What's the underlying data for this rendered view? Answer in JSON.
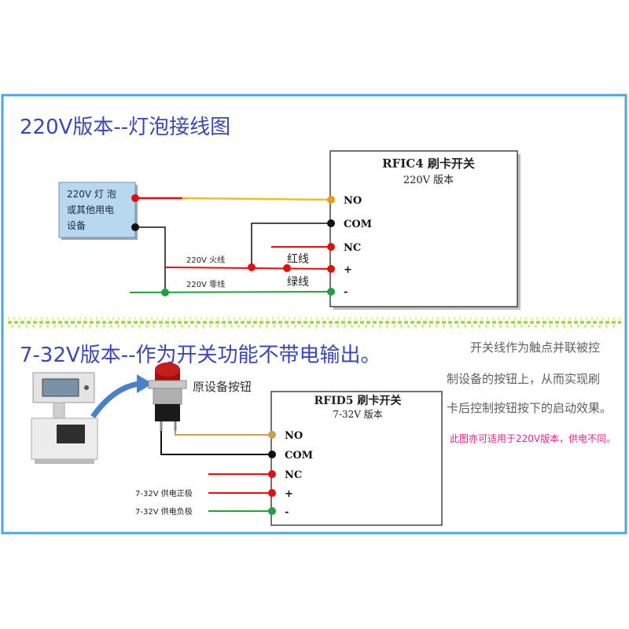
{
  "top": {
    "title": "220V版本--灯泡接线图",
    "device_lines": [
      "220V 灯 泡",
      "或其他用电",
      "设备"
    ],
    "module": {
      "name": "RFIC4 刷卡开关",
      "version": "220V 版本"
    },
    "terminals": [
      "NO",
      "COM",
      "NC",
      "+",
      "-"
    ],
    "wire_labels": {
      "live": "220V 火线",
      "live_color": "红线",
      "neutral": "220V 零线",
      "neutral_color": "绿线"
    }
  },
  "bottom": {
    "title": "7-32V版本--作为开关功能不带电输出。",
    "button_label": "原设备按钮",
    "module": {
      "name": "RFID5 刷卡开关",
      "version": "7-32V 版本"
    },
    "terminals": [
      "NO",
      "COM",
      "NC",
      "+",
      "-"
    ],
    "supply_labels": {
      "positive": "7-32V 供电正极",
      "negative": "7-32V 供电负极"
    },
    "note_lines": [
      "开关线作为触点并联被控",
      "制设备的按钮上，从而实现刷",
      "卡后控制按钮按下的启动效果。"
    ],
    "note_pink": "此图亦可适用于220V版本，供电不同。"
  },
  "colors": {
    "no_wire": "#f0c020",
    "no_dot": "#e0a020",
    "no_wire_bottom": "#c8a050",
    "red": "#e01010",
    "black": "#111111",
    "green": "#20a040",
    "title": "#3a48b0",
    "border": "#4aa8dc"
  }
}
